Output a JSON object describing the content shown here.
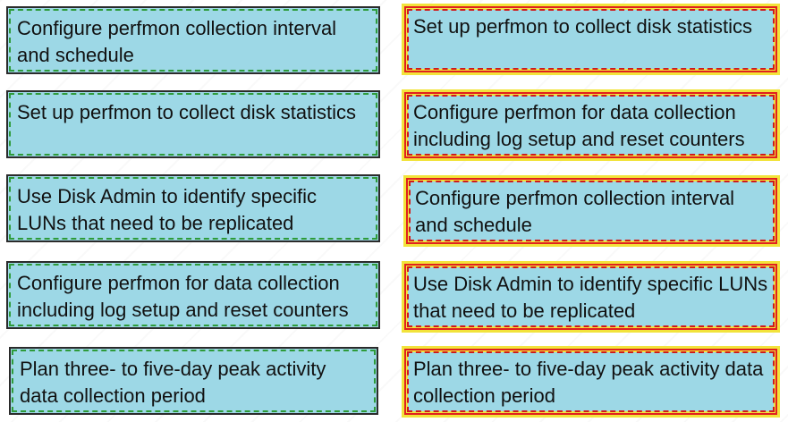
{
  "left_column": [
    {
      "text": "Configure perfmon  collection interval and schedule"
    },
    {
      "text": "Set up perfmon to collect disk statistics"
    },
    {
      "text": "Use Disk Admin to identify specific LUNs that need to be replicated"
    },
    {
      "text": "Configure perfmon for data collection including log setup and reset counters"
    },
    {
      "text": "Plan three- to five-day peak activity data collection period"
    }
  ],
  "right_column": [
    {
      "text": "Set up perfmon to collect disk statistics"
    },
    {
      "text": "Configure perfmon for data collection including log setup and reset counters"
    },
    {
      "text": "Configure perfmon  collection interval and schedule"
    },
    {
      "text": "Use Disk Admin to identify specific LUNs that need to be replicated"
    },
    {
      "text": "Plan three- to five-day peak activity data collection period"
    }
  ],
  "colors": {
    "card_fill": "#9dd8e6",
    "left_dash": "#2e9b3a",
    "right_frame": "#f2e33b",
    "right_dash": "#d11a1a"
  }
}
